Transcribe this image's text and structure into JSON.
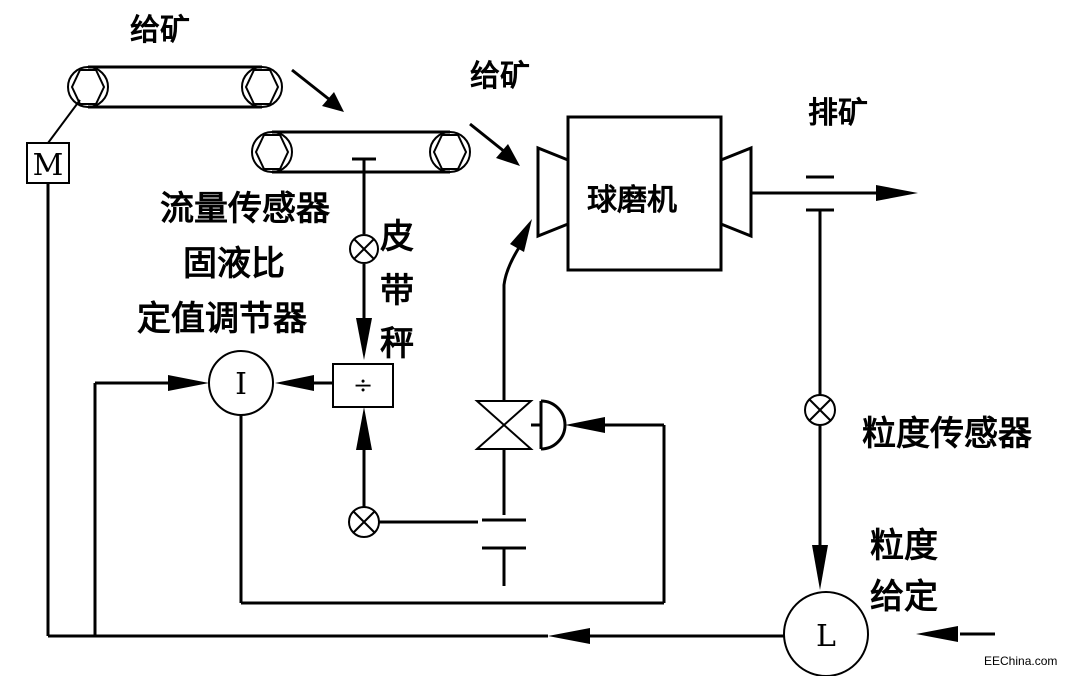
{
  "labels": {
    "feed_ore_1": "给矿",
    "feed_ore_2": "给矿",
    "discharge": "排矿",
    "ball_mill": "球磨机",
    "flow_sensor": "流量传感器",
    "solid_liquid_1": "固液比",
    "solid_liquid_2": "定值调节器",
    "belt_scale_1": "皮",
    "belt_scale_2": "带",
    "belt_scale_3": "秤",
    "size_sensor": "粒度传感器",
    "size_setpoint_1": "粒度",
    "size_setpoint_2": "给定"
  },
  "symbols": {
    "motor": "M",
    "controller_i": "I",
    "controller_l": "L",
    "divider": "÷"
  },
  "watermark": "EEChina.com"
}
